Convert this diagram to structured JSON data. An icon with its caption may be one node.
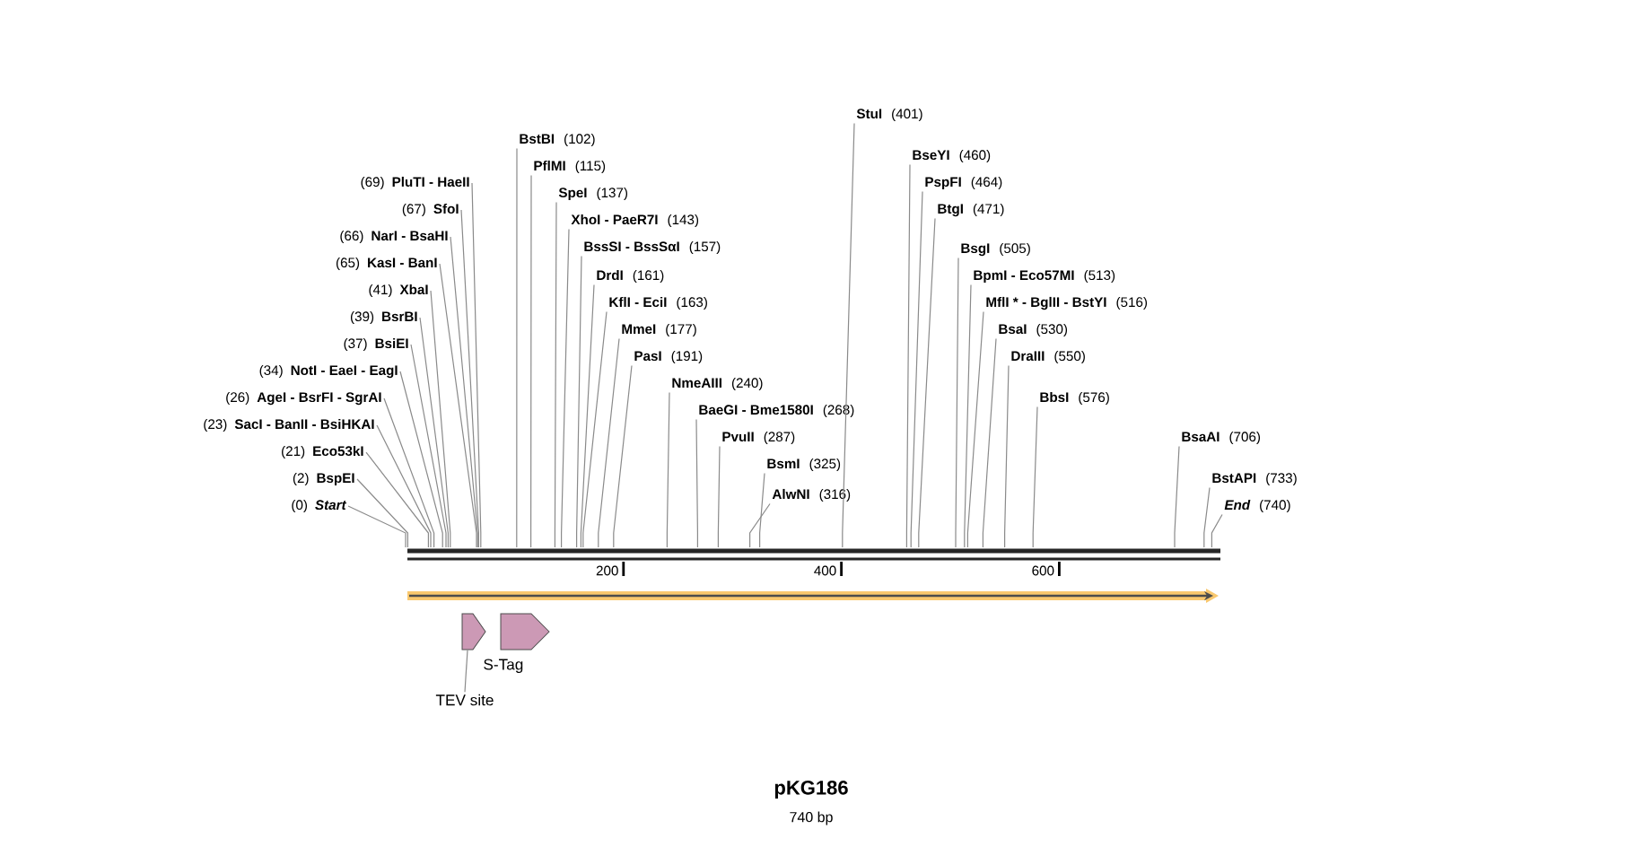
{
  "diagram": {
    "title": "pKG186",
    "caption": "740 bp",
    "nodes": [
      {
        "text": [
          "(69)",
          "PluTI  - HaeII"
        ]
      },
      {
        "text": [
          "(67)",
          "SfoI"
        ]
      },
      {
        "text": [
          "(66)",
          "NarI  - BsaHI"
        ]
      },
      {
        "text": [
          "(65)",
          "KasI  - BanI"
        ]
      },
      {
        "text": [
          "(41)",
          "XbaI"
        ]
      },
      {
        "text": [
          "(39)",
          "BsrBI"
        ]
      },
      {
        "text": [
          "(37)",
          "BsiEI"
        ]
      },
      {
        "text": [
          "(34)",
          "NotI  - EaeI  - EagI"
        ]
      },
      {
        "text": [
          "(26)",
          "AgeI  - BsrFI  - SgrAI"
        ]
      },
      {
        "text": [
          "(23)",
          "SacI  - BanII  - BsiHKAI"
        ]
      },
      {
        "text": [
          "(21)",
          "Eco53kI"
        ]
      },
      {
        "text": [
          "(2)",
          "BspEI"
        ]
      },
      {
        "text": [
          "(0)",
          "Start"
        ]
      },
      {
        "text": [
          "BsmI",
          "(325)"
        ]
      },
      {
        "text": [
          "StuI",
          "(401)"
        ]
      },
      {
        "text": [
          "BstBI",
          "(102)"
        ]
      },
      {
        "text": [
          "PflMI",
          "(115)"
        ]
      },
      {
        "text": [
          "SpeI",
          "(137)"
        ]
      },
      {
        "text": [
          "XhoI  - PaeR7I",
          "(143)"
        ]
      },
      {
        "text": [
          "BssSI  - BssSαI",
          "(157)"
        ]
      },
      {
        "text": [
          "DrdI",
          "(161)"
        ]
      },
      {
        "text": [
          "KflI  - EciI",
          "(163)"
        ]
      },
      {
        "text": [
          "MmeI",
          "(177)"
        ]
      },
      {
        "text": [
          "PasI",
          "(191)"
        ]
      },
      {
        "text": [
          "NmeAIII",
          "(240)"
        ]
      },
      {
        "text": [
          "BaeGI  - Bme1580I",
          "(268)"
        ]
      },
      {
        "text": [
          "PvuII",
          "(287)"
        ]
      },
      {
        "text": [
          "AlwNI",
          "(316)"
        ]
      },
      {
        "text": [
          "BseYI",
          "(460)"
        ]
      },
      {
        "text": [
          "PspFI",
          "(464)"
        ]
      },
      {
        "text": [
          "BtgI",
          "(471)"
        ]
      },
      {
        "text": [
          "BsgI",
          "(505)"
        ]
      },
      {
        "text": [
          "BpmI  - Eco57MI",
          "(513)"
        ]
      },
      {
        "text": [
          "MflI *  - BglII  - BstYI",
          "(516)"
        ]
      },
      {
        "text": [
          "BsaI",
          "(530)"
        ]
      },
      {
        "text": [
          "DraIII",
          "(550)"
        ]
      },
      {
        "text": [
          "BbsI",
          "(576)"
        ]
      },
      {
        "text": [
          "BsaAI",
          "(706)"
        ]
      },
      {
        "text": [
          "BstAPI",
          "(733)"
        ]
      },
      {
        "text": [
          "End",
          "(740)"
        ]
      },
      {
        "text": [],
        "shape": "arrow"
      },
      {
        "text": [],
        "shape": "arrow"
      },
      {
        "text": [],
        "shape": "arrow",
        "beside": [
          "S-Tag"
        ]
      },
      {
        "text": [
          "TEV site"
        ]
      }
    ],
    "edges": [
      {
        "from": 0,
        "to": null,
        "arrow": "none"
      },
      {
        "from": 1,
        "to": null,
        "arrow": "none"
      },
      {
        "from": 2,
        "to": null,
        "arrow": "none"
      },
      {
        "from": 3,
        "to": null,
        "arrow": "none"
      },
      {
        "from": 4,
        "to": null,
        "arrow": "none"
      },
      {
        "from": 5,
        "to": null,
        "arrow": "none"
      },
      {
        "from": 6,
        "to": null,
        "arrow": "none"
      },
      {
        "from": 7,
        "to": null,
        "arrow": "none"
      },
      {
        "from": 8,
        "to": null,
        "arrow": "none"
      },
      {
        "from": 9,
        "to": null,
        "arrow": "none"
      },
      {
        "from": 10,
        "to": null,
        "arrow": "none"
      },
      {
        "from": 11,
        "to": null,
        "arrow": "none"
      },
      {
        "from": 12,
        "to": null,
        "arrow": "none"
      },
      {
        "from": 13,
        "to": null,
        "arrow": "none"
      },
      {
        "from": 14,
        "to": null,
        "arrow": "none"
      },
      {
        "from": 15,
        "to": null,
        "arrow": "none"
      },
      {
        "from": 16,
        "to": null,
        "arrow": "none"
      },
      {
        "from": 17,
        "to": null,
        "arrow": "none"
      },
      {
        "from": 18,
        "to": null,
        "arrow": "none"
      },
      {
        "from": 19,
        "to": null,
        "arrow": "none"
      },
      {
        "from": 20,
        "to": null,
        "arrow": "none"
      },
      {
        "from": 21,
        "to": null,
        "arrow": "none"
      },
      {
        "from": 22,
        "to": null,
        "arrow": "none"
      },
      {
        "from": 23,
        "to": null,
        "arrow": "none"
      },
      {
        "from": 24,
        "to": null,
        "arrow": "none"
      },
      {
        "from": 25,
        "to": null,
        "arrow": "none"
      },
      {
        "from": 26,
        "to": null,
        "arrow": "none"
      },
      {
        "from": 27,
        "to": null,
        "arrow": "none"
      },
      {
        "from": 28,
        "to": null,
        "arrow": "none"
      },
      {
        "from": 29,
        "to": null,
        "arrow": "none"
      },
      {
        "from": 30,
        "to": null,
        "arrow": "none"
      },
      {
        "from": 31,
        "to": null,
        "arrow": "none"
      },
      {
        "from": 32,
        "to": null,
        "arrow": "none"
      },
      {
        "from": 33,
        "to": null,
        "arrow": "none"
      },
      {
        "from": 34,
        "to": null,
        "arrow": "none"
      },
      {
        "from": 35,
        "to": null,
        "arrow": "none"
      },
      {
        "from": 36,
        "to": null,
        "arrow": "none"
      },
      {
        "from": 37,
        "to": null,
        "arrow": "none"
      },
      {
        "from": 38,
        "to": null,
        "arrow": "none"
      },
      {
        "from": 39,
        "to": null,
        "arrow": "none"
      },
      {
        "from": 43,
        "to": 41,
        "arrow": "none"
      }
    ],
    "labels": [
      "200",
      "400",
      "600"
    ]
  }
}
